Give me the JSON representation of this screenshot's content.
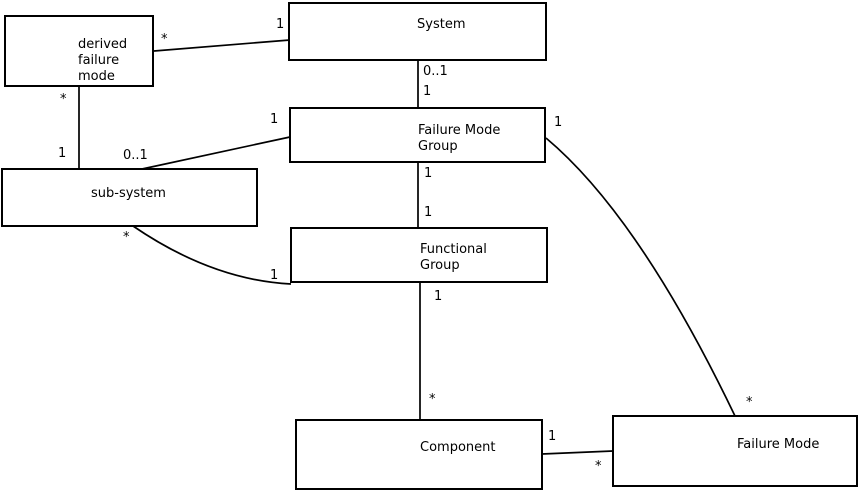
{
  "diagram": {
    "background_color": "#ffffff",
    "line_color": "#000000",
    "text_color": "#000000"
  },
  "entities": [
    {
      "name": "derived-failure-mode",
      "label": "derived\nfailure\nmode"
    },
    {
      "name": "system",
      "label": "System"
    },
    {
      "name": "failure-mode-group",
      "label": "Failure Mode\nGroup"
    },
    {
      "name": "sub-system",
      "label": "sub-system"
    },
    {
      "name": "functional-group",
      "label": "Functional\nGroup"
    },
    {
      "name": "component",
      "label": "Component"
    },
    {
      "name": "failure-mode",
      "label": "Failure Mode"
    }
  ],
  "relationships": [
    {
      "from": "System",
      "to": "derived failure mode",
      "from_mult": "1",
      "to_mult": "*"
    },
    {
      "from": "derived failure mode",
      "to": "sub-system",
      "from_mult": "*",
      "to_mult": "1"
    },
    {
      "from": "sub-system",
      "to": "Failure Mode Group",
      "from_mult": "0..1",
      "to_mult": "1"
    },
    {
      "from": "System",
      "to": "Failure Mode Group",
      "from_mult": "0..1",
      "to_mult": "1"
    },
    {
      "from": "Failure Mode Group",
      "to": "Functional Group",
      "from_mult": "1",
      "to_mult": "1"
    },
    {
      "from": "Functional Group",
      "to": "Component",
      "from_mult": "1",
      "to_mult": "*"
    },
    {
      "from": "sub-system",
      "to": "Functional Group",
      "from_mult": "*",
      "to_mult": "1"
    },
    {
      "from": "Failure Mode Group",
      "to": "Failure Mode",
      "from_mult": "1",
      "to_mult": "*"
    },
    {
      "from": "Component",
      "to": "Failure Mode",
      "from_mult": "1",
      "to_mult": "*"
    }
  ]
}
